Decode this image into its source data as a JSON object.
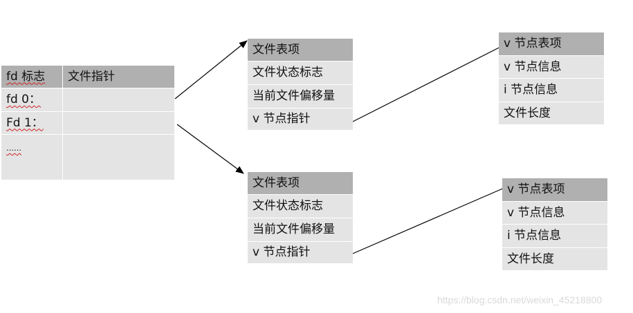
{
  "fd_table": {
    "col_fd": "fd 标志",
    "col_ptr": "文件指针",
    "rows": [
      "fd 0：",
      "Fd 1：",
      "……"
    ]
  },
  "file_table_1": {
    "header": "文件表项",
    "rows": [
      "文件状态标志",
      "当前文件偏移量",
      "v 节点指针"
    ]
  },
  "file_table_2": {
    "header": "文件表项",
    "rows": [
      "文件状态标志",
      "当前文件偏移量",
      "v 节点指针"
    ]
  },
  "vnode_table_1": {
    "header": "v 节点表项",
    "rows": [
      "v 节点信息",
      "i 节点信息",
      "文件长度"
    ]
  },
  "vnode_table_2": {
    "header": "v 节点表项",
    "rows": [
      "v 节点信息",
      "i 节点信息",
      "文件长度"
    ]
  },
  "watermark": "https://blog.csdn.net/weixin_45218800",
  "colors": {
    "header_fill": "#b0b0b0",
    "row_fill": "#e4e4e4",
    "arrow": "#000000"
  }
}
